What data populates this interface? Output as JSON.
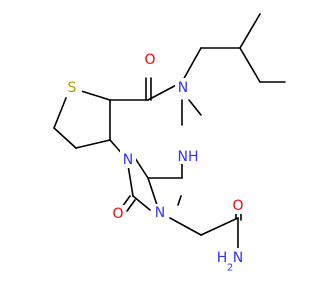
{
  "atoms": {
    "s1": {
      "label": "S",
      "color": "#b3a100"
    },
    "o_top": {
      "label": "O",
      "color": "#ff0000"
    },
    "n_top": {
      "label": "N",
      "color": "#3333ff"
    },
    "n_mid": {
      "label": "N",
      "color": "#3333ff"
    },
    "nh": {
      "label": "NH",
      "color": "#3333ff"
    },
    "n_bot": {
      "label": "N",
      "color": "#3333ff"
    },
    "o_bot": {
      "label": "O",
      "color": "#ff0000"
    },
    "o_amide": {
      "label": "O",
      "color": "#ff0000"
    },
    "nh2_h": {
      "label": "H",
      "color": "#3333ff"
    },
    "nh2_n": {
      "label": "N",
      "color": "#3333ff"
    },
    "nh2_sub": {
      "label": "2",
      "color": "#3333ff"
    }
  }
}
